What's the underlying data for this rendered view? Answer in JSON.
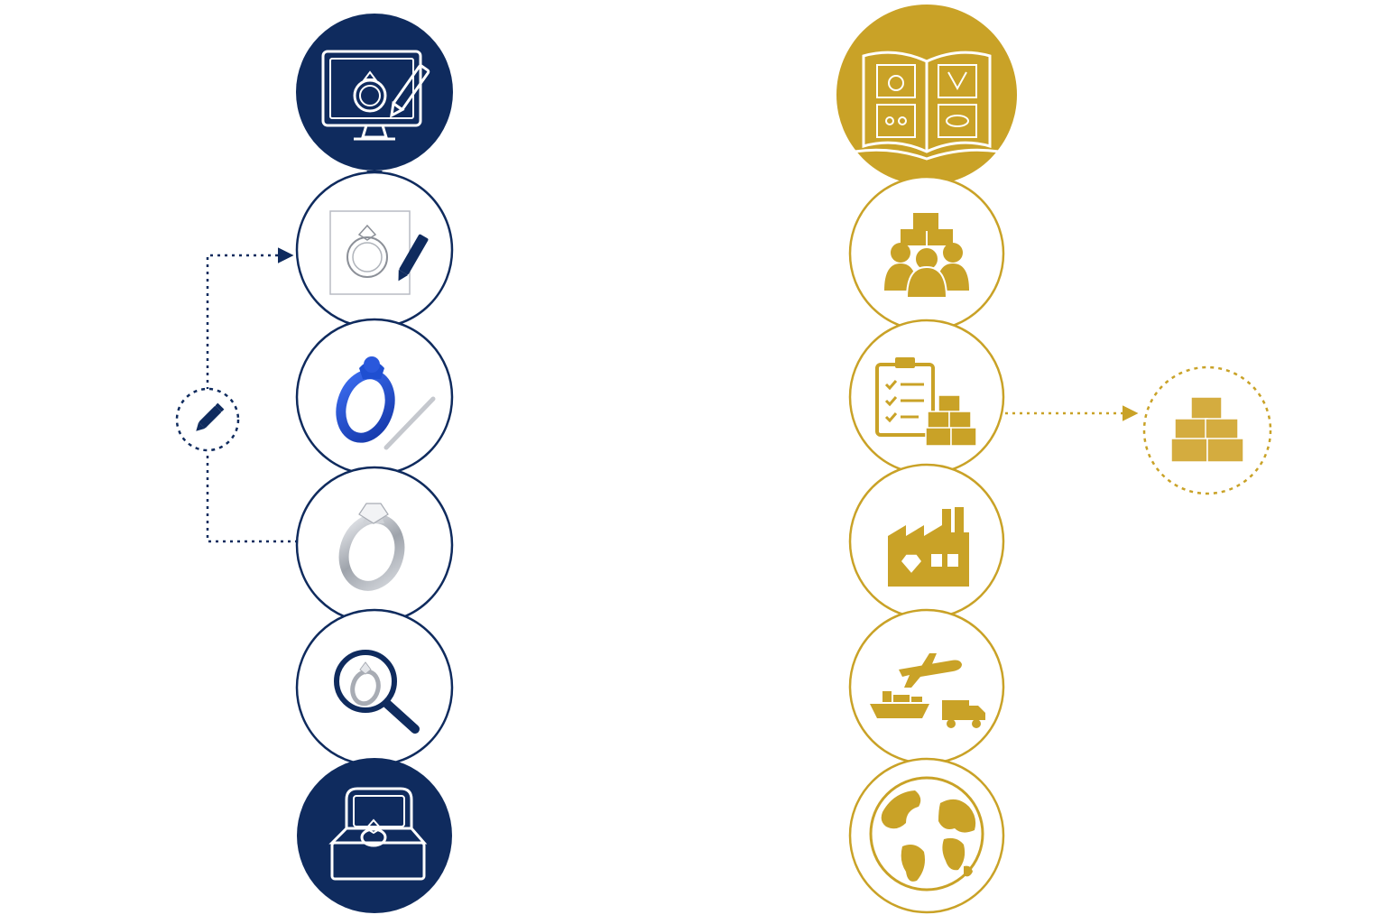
{
  "colors": {
    "navy": "#0f2b5e",
    "gold": "#c9a227",
    "blue": "#1f4fd1",
    "silver": "#a8acb4",
    "white": "#ffffff"
  },
  "left_flow": {
    "steps": [
      {
        "icon": "monitor-ring-design-icon",
        "style": "filled"
      },
      {
        "icon": "ring-sketch-icon",
        "style": "outline"
      },
      {
        "icon": "wax-ring-model-icon",
        "style": "outline"
      },
      {
        "icon": "silver-ring-icon",
        "style": "outline"
      },
      {
        "icon": "magnifier-inspection-icon",
        "style": "outline"
      },
      {
        "icon": "ring-gift-box-icon",
        "style": "filled"
      }
    ],
    "revision_loop": {
      "icon": "pencil-icon"
    }
  },
  "right_flow": {
    "steps": [
      {
        "icon": "catalog-book-icon",
        "style": "filled"
      },
      {
        "icon": "customers-boxes-icon",
        "style": "outline"
      },
      {
        "icon": "checklist-stock-icon",
        "style": "outline"
      },
      {
        "icon": "factory-diamond-icon",
        "style": "outline"
      },
      {
        "icon": "shipping-transport-icon",
        "style": "outline"
      },
      {
        "icon": "globe-icon",
        "style": "outline"
      }
    ],
    "side_node": {
      "icon": "boxes-stock-icon"
    }
  }
}
